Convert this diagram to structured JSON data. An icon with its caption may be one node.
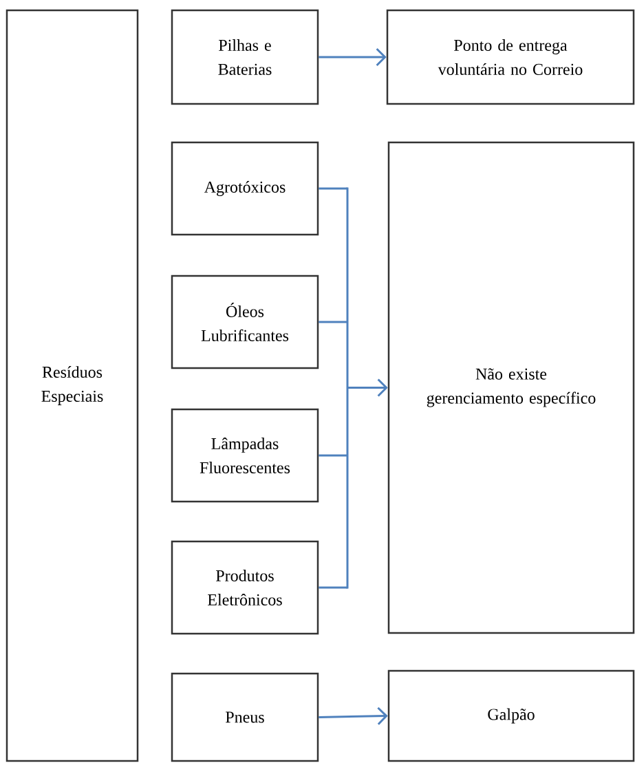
{
  "diagram": {
    "nodes": [
      {
        "text": [
          "Resíduos Especiais"
        ]
      },
      {
        "text": [
          "Pilhas e Baterias"
        ]
      },
      {
        "text": [
          "Ponto de entrega voluntária no Correio"
        ]
      },
      {
        "text": [
          "Agrotóxicos"
        ]
      },
      {
        "text": [
          "Óleos Lubrificantes"
        ]
      },
      {
        "text": [
          "Lâmpadas Fluorescentes"
        ]
      },
      {
        "text": [
          "Produtos Eletrônicos"
        ]
      },
      {
        "text": [
          "Não existe gerenciamento específico"
        ]
      },
      {
        "text": [
          "Pneus"
        ]
      },
      {
        "text": [
          "Galpão"
        ]
      }
    ],
    "edges": [
      {
        "from": 1,
        "to": 2,
        "arrow": "to"
      },
      {
        "from": 3,
        "to": 7,
        "arrow": "to"
      },
      {
        "from": 4,
        "to": 7,
        "arrow": "to"
      },
      {
        "from": 5,
        "to": 7,
        "arrow": "to"
      },
      {
        "from": 6,
        "to": 7,
        "arrow": "to"
      },
      {
        "from": 8,
        "to": 9,
        "arrow": "to"
      }
    ]
  }
}
